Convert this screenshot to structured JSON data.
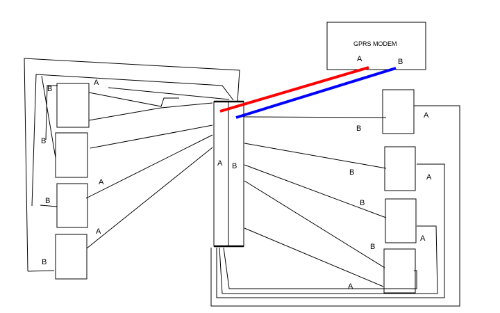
{
  "modem": {
    "title": "GPRS MODEM",
    "a_label": "A",
    "b_label": "B"
  },
  "bus": {
    "a_label": "A",
    "b_label": "B"
  },
  "left_devices": [
    {
      "labels": [
        "B",
        "A"
      ]
    },
    {
      "labels": [
        "B"
      ]
    },
    {
      "labels": [
        "B",
        "A"
      ]
    },
    {
      "labels": [
        "B",
        "A"
      ]
    }
  ],
  "right_devices": [
    {
      "labels": [
        "B",
        "A"
      ]
    },
    {
      "labels": [
        "B",
        "A"
      ]
    },
    {
      "labels": [
        "B",
        "A"
      ]
    },
    {
      "labels": [
        "B",
        "A"
      ]
    }
  ],
  "colors": {
    "wire_a": "#ff0000",
    "wire_b": "#0000ff",
    "line": "#000000"
  }
}
